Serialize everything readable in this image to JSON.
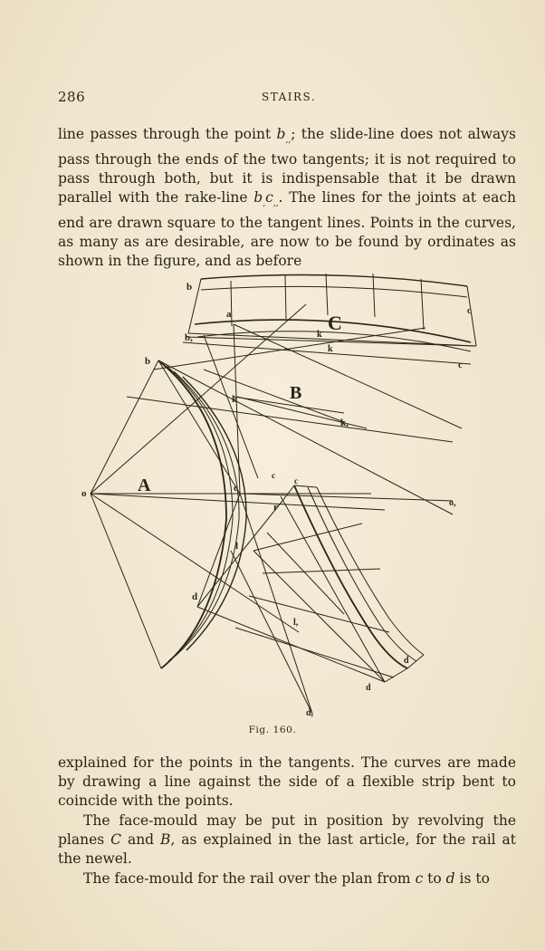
{
  "header": {
    "page_number": "286",
    "running_head": "STAIRS."
  },
  "top_text": {
    "p1_a": "line passes through the point ",
    "p1_b": "b",
    "p1_c": "; the slide-line does not always pass through the ends of the two tangents; it is not required to pass through both, but it is indispensable that it be drawn parallel with the rake-line ",
    "p1_d": "b",
    "p1_e": "c",
    "p1_f": ".  The lines for the joints at each end are drawn square to the tangent lines. Points in the curves, as many as are desirable, are now to be found by ordinates as shown in the figure, and as before"
  },
  "figure": {
    "caption": "Fig. 160.",
    "labels": {
      "b_top": "b",
      "a": "a",
      "C": "C",
      "c_ur": "c",
      "b1": "b,",
      "kll": "k",
      "kll2": "k",
      "c1": "c",
      "b": "b",
      "k": "k",
      "B": "B",
      "k1": "k,",
      "A": "A",
      "o": "o",
      "c": "c",
      "cm1": "c",
      "cm2": "c",
      "o1": "o,",
      "r": "r",
      "l": "l",
      "d": "d",
      "l1": "l,",
      "dm": "d",
      "dll": "d",
      "d1": "d,"
    }
  },
  "bottom_text": {
    "p2": "explained for the points in the tangents. The curves are made by drawing a line against the side of a flexible strip bent to coincide with the points.",
    "p3_a": "The face-mould may be put in position by revolving the planes ",
    "p3_b": "C",
    "p3_c": " and ",
    "p3_d": "B",
    "p3_e": ", as explained in the last article, for the rail at the newel.",
    "p4_a": "The face-mould for the rail over the plan from ",
    "p4_b": "c",
    "p4_c": " to ",
    "p4_d": "d",
    "p4_e": " is to"
  }
}
